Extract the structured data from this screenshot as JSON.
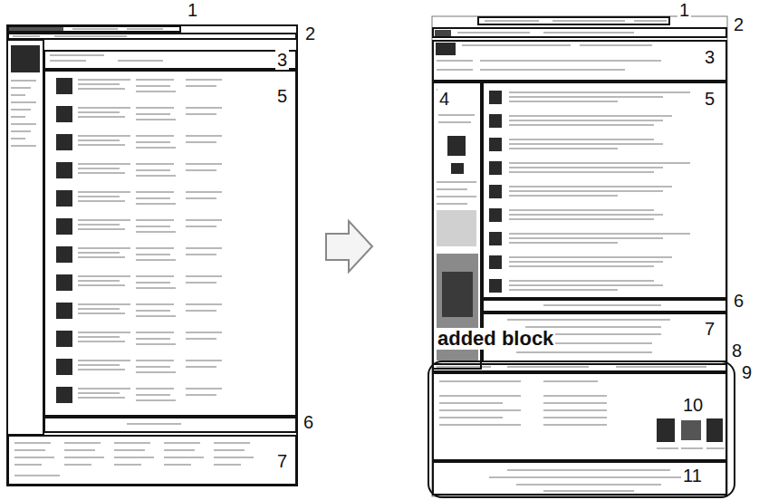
{
  "diagram": {
    "nodes": [
      {
        "text": [
          "1"
        ]
      },
      {
        "text": [
          "2"
        ]
      },
      {
        "text": [
          "3"
        ]
      },
      {
        "text": [
          "5"
        ]
      },
      {
        "text": [
          "6"
        ]
      },
      {
        "text": [
          "7"
        ]
      },
      {
        "text": [
          "1"
        ]
      },
      {
        "text": [
          "2"
        ]
      },
      {
        "text": [
          "3"
        ]
      },
      {
        "text": [
          "4"
        ]
      },
      {
        "text": [
          "5"
        ]
      },
      {
        "text": [
          "6"
        ]
      },
      {
        "text": [
          "7"
        ]
      },
      {
        "text": [
          "9"
        ]
      },
      {
        "text": [
          "8"
        ],
        "in": 13
      },
      {
        "text": [
          "10"
        ],
        "in": 13
      },
      {
        "text": [
          "11"
        ],
        "in": 13
      }
    ],
    "labels": [
      "added block"
    ]
  }
}
